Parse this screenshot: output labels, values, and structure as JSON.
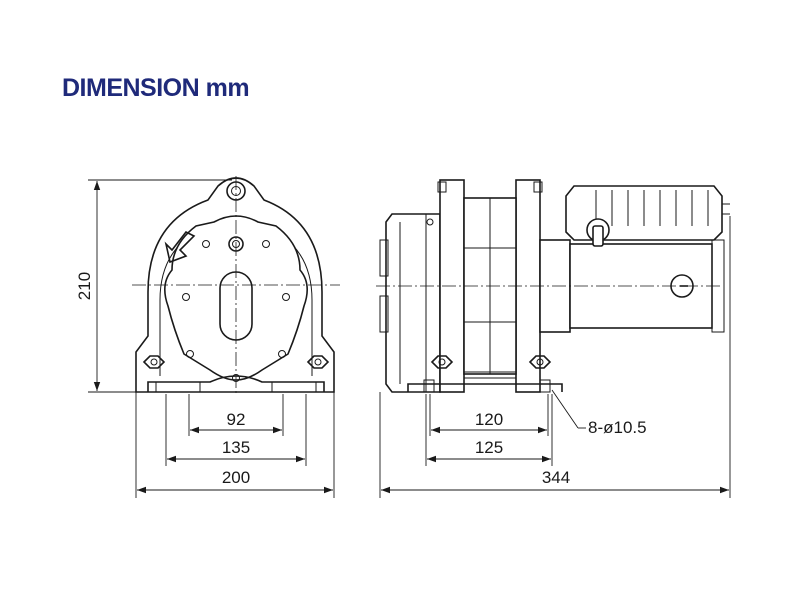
{
  "title": "DIMENSION mm",
  "dimensions": {
    "height": "210",
    "front_inner": "92",
    "front_mid": "135",
    "front_outer": "200",
    "side_inner": "120",
    "side_mid": "125",
    "side_outer": "344",
    "holes": "8-ø10.5"
  }
}
